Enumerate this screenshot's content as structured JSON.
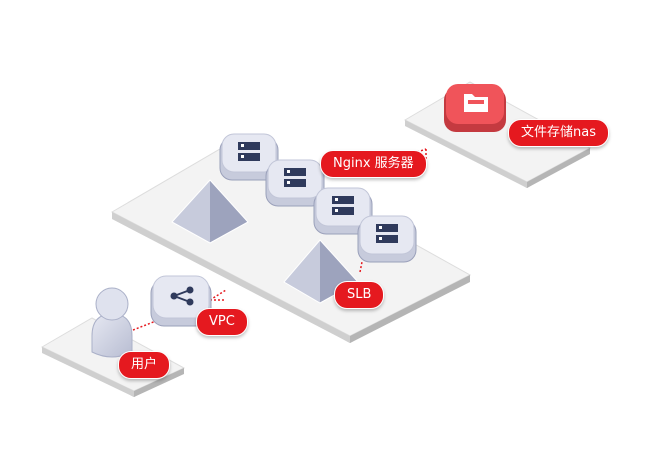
{
  "labels": {
    "user": "用户",
    "vpc": "VPC",
    "slb": "SLB",
    "nginx": "Nginx 服务器",
    "nas": "文件存储nas"
  },
  "colors": {
    "accent_red": "#e5191f",
    "nas_red": "#f0545a",
    "node_fill": "#e6e8f2",
    "node_icon": "#2f3a5c",
    "platform_top": "#f3f3f3"
  },
  "icons": {
    "user": "person-icon",
    "vpc": "network-share-icon",
    "slb": "pyramid-icon",
    "nginx": "server-icon",
    "nas": "folder-icon"
  }
}
